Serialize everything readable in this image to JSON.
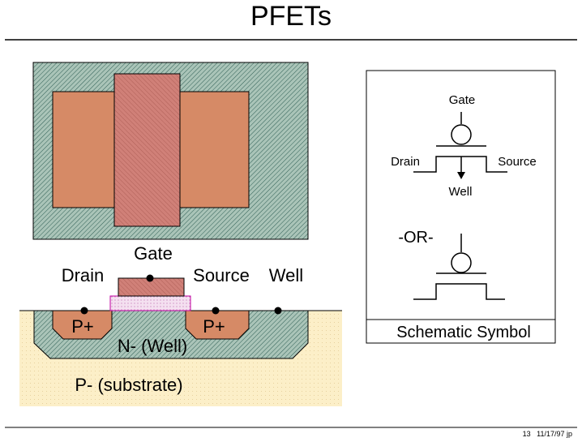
{
  "title": "PFETs",
  "cross_section": {
    "gate_label": "Gate",
    "drain_label": "Drain",
    "source_label": "Source",
    "well_label": "Well",
    "drain_diffusion": "P+",
    "source_diffusion": "P+",
    "nwell_label": "N- (Well)",
    "substrate_label": "P- (substrate)"
  },
  "schematic": {
    "gate_label": "Gate",
    "drain_label": "Drain",
    "source_label": "Source",
    "well_label": "Well",
    "or_label": "-OR-",
    "caption": "Schematic Symbol"
  },
  "footer": {
    "page": "13",
    "date": "11/17/97 jp"
  },
  "colors": {
    "nwell_fill": "#aac4b8",
    "hatch": "#2f5f55",
    "diffusion": "#d68a66",
    "poly": "#d08078",
    "oxide": "#f4e0f0",
    "substrate": "#fcefc8"
  }
}
